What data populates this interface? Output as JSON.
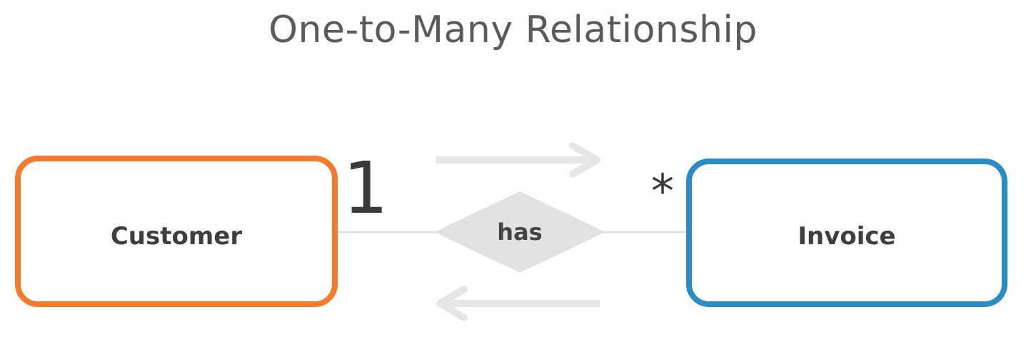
{
  "title": "One-to-Many Relationship",
  "entities": {
    "left": {
      "label": "Customer",
      "color": "#f47b2a"
    },
    "right": {
      "label": "Invoice",
      "color": "#2a8cc4"
    }
  },
  "relationship": {
    "label": "has",
    "color": "#e2e2e2"
  },
  "multiplicity": {
    "left": "1",
    "right": "*"
  },
  "colors": {
    "connector": "#e0e0e0",
    "arrow": "#e6e6e6",
    "text": "#3e3e3e"
  }
}
